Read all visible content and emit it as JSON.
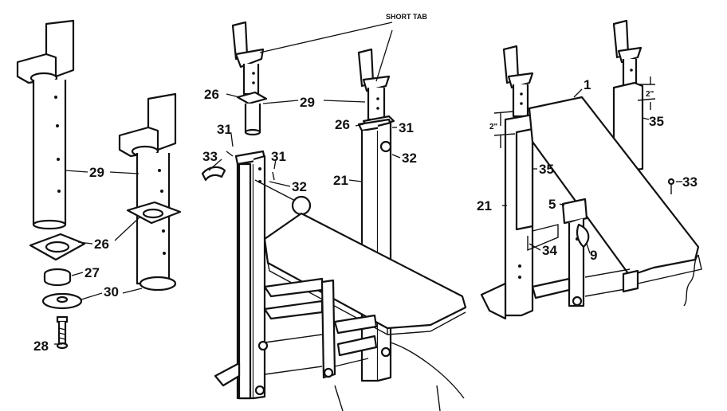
{
  "diagram": {
    "callouts": {
      "left": {
        "upright_tube": "29",
        "bracket_plate": "26",
        "collar": "27",
        "foot_disc": "30",
        "bolt": "28"
      },
      "middle": {
        "short_tab_note": "SHORT TAB",
        "bracket_plate": "26",
        "upright_tube_a": "29",
        "upright_tube_b": "29",
        "pin_left": "31",
        "pin_right": "31",
        "clip": "33",
        "knob_a": "32",
        "knob_b": "32",
        "post": "26",
        "frame_post": "21"
      },
      "right": {
        "pad": "1",
        "dim_left": "2\"",
        "dim_right": "2\"",
        "tube_inner": "35",
        "tube_outer": "35",
        "clip": "33",
        "frame_post": "21",
        "latch": "5",
        "pin": "34",
        "hinge": "9"
      }
    }
  }
}
